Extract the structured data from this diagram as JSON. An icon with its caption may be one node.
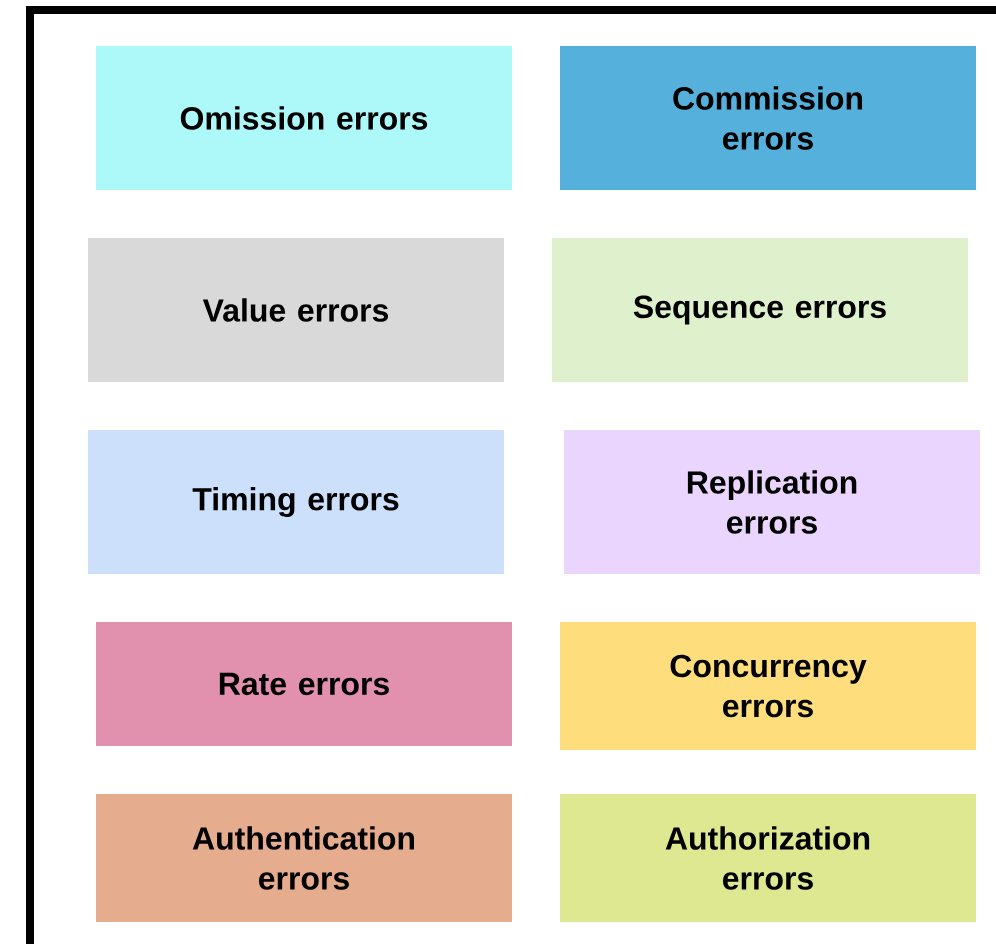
{
  "diagram": {
    "nodes": [
      {
        "text": [
          "Omission errors"
        ]
      },
      {
        "text": [
          "Commission errors"
        ]
      },
      {
        "text": [
          "Value errors"
        ]
      },
      {
        "text": [
          "Sequence errors"
        ]
      },
      {
        "text": [
          "Timing errors"
        ]
      },
      {
        "text": [
          "Replication errors"
        ]
      },
      {
        "text": [
          "Rate errors"
        ]
      },
      {
        "text": [
          "Concurrency errors"
        ]
      },
      {
        "text": [
          "Authentication errors"
        ]
      },
      {
        "text": [
          "Authorization errors"
        ]
      }
    ]
  }
}
